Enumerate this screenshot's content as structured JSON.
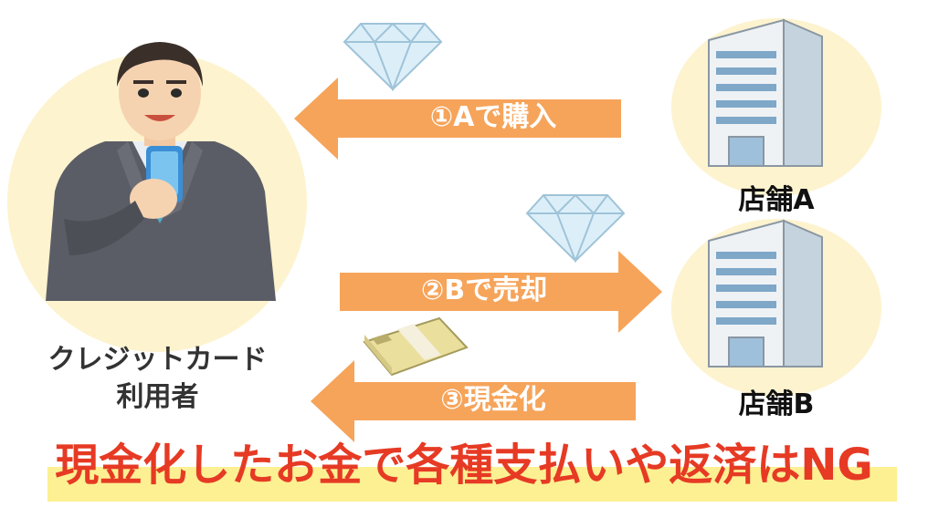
{
  "diagram": {
    "user": {
      "label_line1": "クレジットカード",
      "label_line2": "利用者"
    },
    "steps": [
      {
        "label": "①Aで購入",
        "direction": "left",
        "color": "#f6a45a"
      },
      {
        "label": "②Bで売却",
        "direction": "right",
        "color": "#f6a45a"
      },
      {
        "label": "③現金化",
        "direction": "left",
        "color": "#f6a45a"
      }
    ],
    "stores": [
      {
        "label": "店舗A"
      },
      {
        "label": "店舗B"
      }
    ],
    "banner": {
      "text": "現金化したお金で各種支払いや返済はNG",
      "text_color": "#e63a24",
      "highlight_color": "#fcf092"
    },
    "icons": [
      "businessman-illustration",
      "diamond-icon",
      "building-icon",
      "cash-bundle-icon"
    ]
  }
}
